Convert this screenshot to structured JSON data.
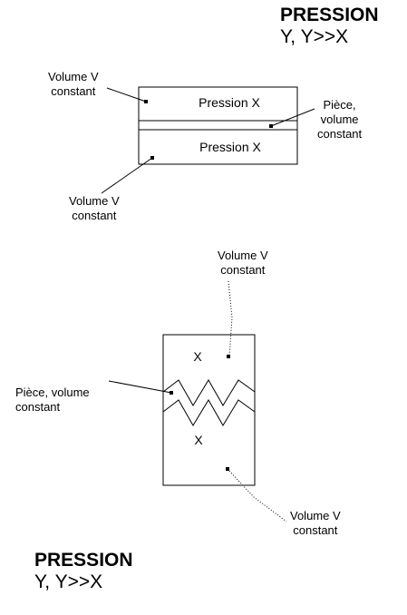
{
  "heading_top": {
    "line1": "PRESSION",
    "line2": "Y, Y>>X"
  },
  "heading_bottom": {
    "line1": "PRESSION",
    "line2": "Y, Y>>X"
  },
  "diagram_top": {
    "upper_box_label": "Pression X",
    "lower_box_label": "Pression X",
    "label_volume_upper": [
      "Volume V",
      "constant"
    ],
    "label_piece": [
      "Pièce,",
      "volume",
      "constant"
    ],
    "label_volume_lower": [
      "Volume V",
      "constant"
    ]
  },
  "diagram_bottom": {
    "upper_chamber_label": "X",
    "lower_chamber_label": "X",
    "label_volume_upper": [
      "Volume V",
      "constant"
    ],
    "label_piece": [
      "Pièce, volume",
      "constant"
    ],
    "label_volume_lower": [
      "Volume V",
      "constant"
    ]
  }
}
